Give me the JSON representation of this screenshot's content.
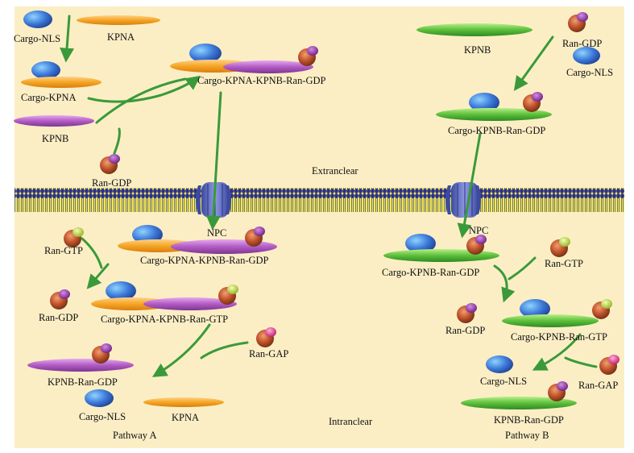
{
  "regions": {
    "extracellular": "Extranclear",
    "intracellular": "Intranclear"
  },
  "pathways": {
    "a": "Pathway A",
    "b": "Pathway B"
  },
  "labels": {
    "npc": "NPC",
    "cargo_nls": "Cargo-NLS",
    "kpna": "KPNA",
    "kpnb": "KPNB",
    "cargo_kpna": "Cargo-KPNA",
    "ran_gdp": "Ran-GDP",
    "ran_gtp": "Ran-GTP",
    "ran_gap": "Ran-GAP",
    "cargo_kpna_kpnb_ran_gdp": "Cargo-KPNA-KPNB-Ran-GDP",
    "cargo_kpna_kpnb_ran_gtp": "Cargo-KPNA-KPNB-Ran-GTP",
    "kpnb_ran_gdp": "KPNB-Ran-GDP",
    "cargo_kpnb_ran_gdp": "Cargo-KPNB-Ran-GDP",
    "cargo_kpnb_ran_gtp": "Cargo-KPNB-Ran-GTP"
  },
  "colors": {
    "background": "#fbeec5",
    "membrane_dark": "#2b2f8f",
    "membrane_light": "#f4ec4a",
    "npc": "#5a68c0",
    "cargo": "#3b78d8",
    "kpna": "#f5a623",
    "kpnb_a": "#b25cc4",
    "kpnb_b": "#5cbf3a",
    "ran_body": "#c0502a",
    "gdp_cap": "#8a2c9c",
    "gtp_cap": "#c8e04a",
    "gap": "#e8388a",
    "arrow": "#3a9a3a"
  }
}
